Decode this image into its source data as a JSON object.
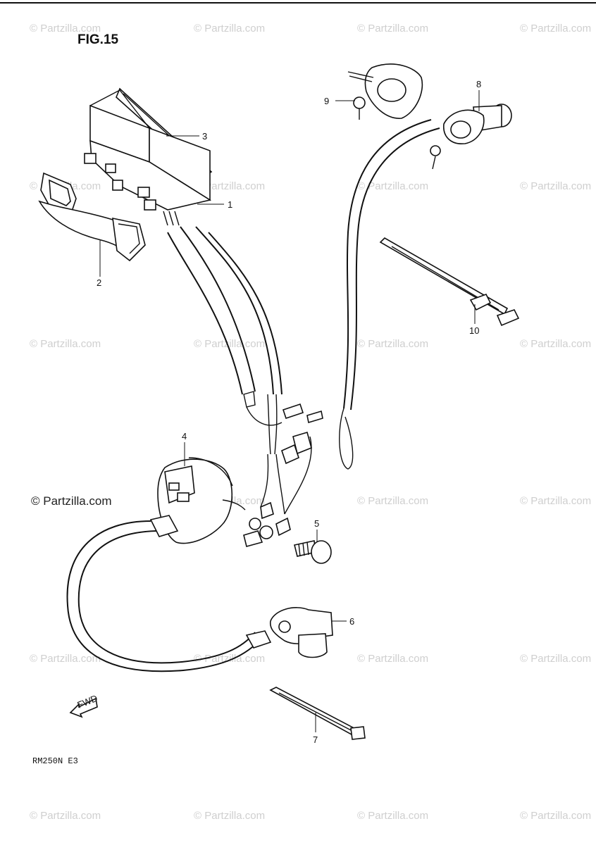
{
  "figure": {
    "title": "FIG.15",
    "model_code": "RM250N E3"
  },
  "watermarks": {
    "main": "© Partzilla.com",
    "repeat": "© Partzilla.com"
  },
  "direction_arrow_text": "FWD",
  "callouts": [
    "1",
    "2",
    "3",
    "4",
    "5",
    "6",
    "7",
    "8",
    "9",
    "10"
  ]
}
